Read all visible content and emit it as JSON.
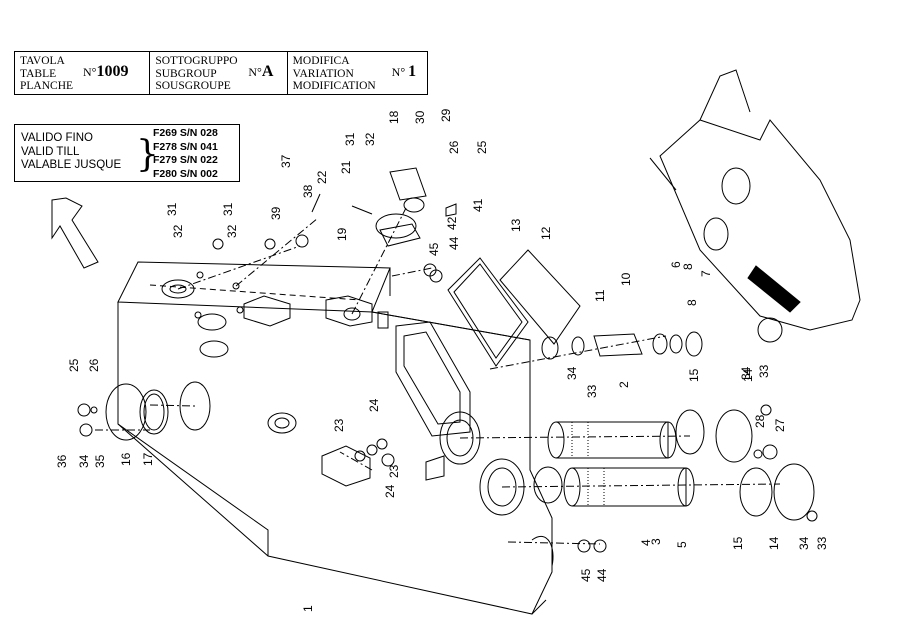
{
  "header": {
    "tavola_labels": [
      "TAVOLA",
      "TABLE",
      "PLANCHE"
    ],
    "tavola_prefix": "N°",
    "tavola_value": "1009",
    "group_labels": [
      "SOTTOGRUPPO",
      "SUBGROUP",
      "SOUSGROUPE"
    ],
    "group_prefix": "N°",
    "group_value": "A",
    "mod_labels": [
      "MODIFICA",
      "VARIATION",
      "MODIFICATION"
    ],
    "mod_prefix": "N°",
    "mod_value": "1"
  },
  "validity": {
    "labels": [
      "VALIDO FINO",
      "VALID TILL",
      "VALABLE JUSQUE"
    ],
    "models": [
      "F269  S/N 028",
      "F278  S/N 041",
      "F279  S/N 022",
      "F280  S/N 002"
    ]
  },
  "callouts": [
    "1",
    "2",
    "3",
    "4",
    "5",
    "6",
    "7",
    "8",
    "10",
    "11",
    "12",
    "13",
    "14",
    "15",
    "16",
    "17",
    "18",
    "19",
    "21",
    "22",
    "23",
    "24",
    "25",
    "26",
    "27",
    "28",
    "29",
    "30",
    "31",
    "32",
    "33",
    "34",
    "35",
    "36",
    "37",
    "38",
    "39",
    "41",
    "42",
    "44",
    "45"
  ]
}
